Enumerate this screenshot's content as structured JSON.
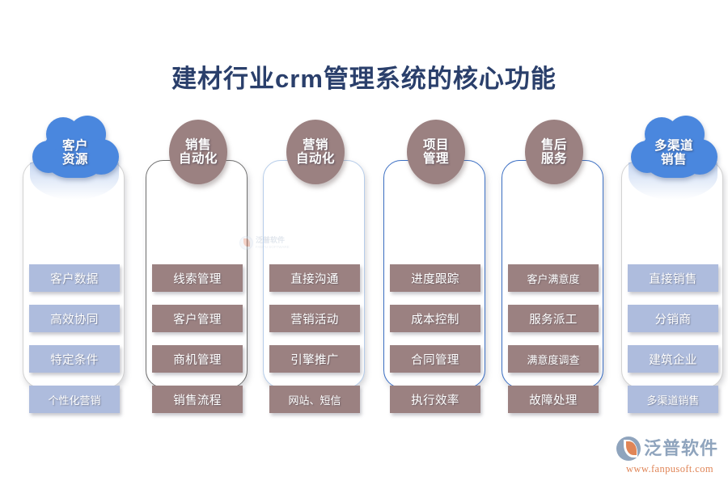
{
  "page": {
    "title": "建材行业crm管理系统的核心功能",
    "background_color": "#ffffff",
    "title_color": "#2a3f6b"
  },
  "colors": {
    "badge_blue": "#4a87de",
    "badge_mauve": "#9b8181",
    "item_blue": "#aebcdd",
    "item_mauve": "#9b8181",
    "border_gray": "#d2d2d2",
    "border_dark": "#6f6f6f",
    "border_light_blue": "#b6cdea",
    "border_blue": "#3b6fc4"
  },
  "columns": [
    {
      "badge": {
        "line1": "客户",
        "line2": "资源",
        "shape": "cloud",
        "color": "#4a87de"
      },
      "card_border": "gray",
      "item_style": "blue",
      "items": [
        {
          "label": "客户数据"
        },
        {
          "label": "高效协同"
        },
        {
          "label": "特定条件"
        },
        {
          "label": "个性化营销"
        }
      ]
    },
    {
      "badge": {
        "line1": "销售",
        "line2": "自动化",
        "shape": "ellipse",
        "color": "#9b8181"
      },
      "card_border": "dark",
      "item_style": "mauve",
      "items": [
        {
          "label": "线索管理"
        },
        {
          "label": "客户管理"
        },
        {
          "label": "商机管理"
        },
        {
          "label": "销售流程"
        }
      ]
    },
    {
      "badge": {
        "line1": "营销",
        "line2": "自动化",
        "shape": "ellipse",
        "color": "#9b8181"
      },
      "card_border": "lblue",
      "item_style": "mauve",
      "items": [
        {
          "label": "直接沟通"
        },
        {
          "label": "营销活动"
        },
        {
          "label": "引擎推广"
        },
        {
          "label": "网站、短信"
        }
      ]
    },
    {
      "badge": {
        "line1": "项目",
        "line2": "管理",
        "shape": "ellipse",
        "color": "#9b8181"
      },
      "card_border": "blue",
      "item_style": "mauve",
      "items": [
        {
          "label": "进度跟踪"
        },
        {
          "label": "成本控制"
        },
        {
          "label": "合同管理"
        },
        {
          "label": "执行效率"
        }
      ]
    },
    {
      "badge": {
        "line1": "售后",
        "line2": "服务",
        "shape": "ellipse",
        "color": "#9b8181"
      },
      "card_border": "blue",
      "item_style": "mauve",
      "items": [
        {
          "label": "客户满意度"
        },
        {
          "label": "服务派工"
        },
        {
          "label": "满意度调查"
        },
        {
          "label": "故障处理"
        }
      ]
    },
    {
      "badge": {
        "line1": "多渠道",
        "line2": "销售",
        "shape": "cloud",
        "color": "#4a87de"
      },
      "card_border": "gray",
      "item_style": "blue",
      "items": [
        {
          "label": "直接销售"
        },
        {
          "label": "分销商"
        },
        {
          "label": "建筑企业"
        },
        {
          "label": "多渠道销售"
        }
      ]
    }
  ],
  "watermark_center": {
    "text": "泛普软件",
    "subtext": "FANPU SOFTWARE"
  },
  "logo": {
    "brand": "泛普软件",
    "url": "www.fanpusoft.com"
  }
}
